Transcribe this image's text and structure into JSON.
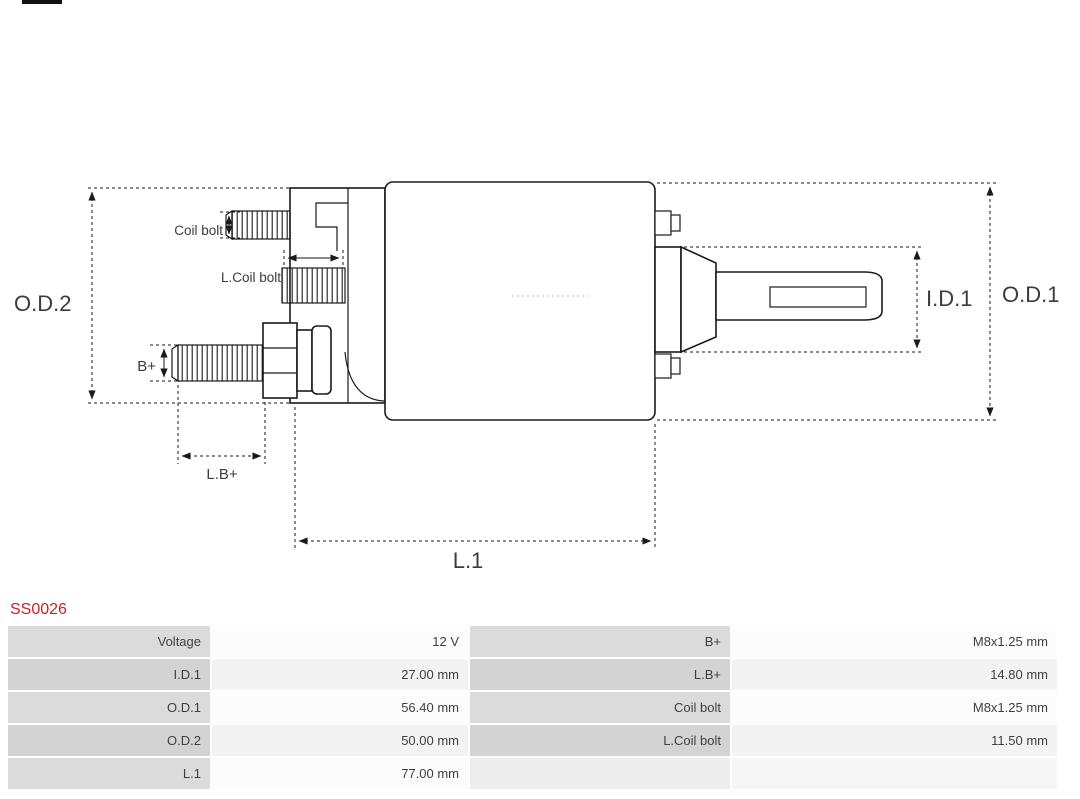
{
  "part_number": "SS0026",
  "colors": {
    "part_number_red": "#cc1f1f",
    "diagram_line": "#1a1a1a",
    "table_label_bg": "#d9d9d9"
  },
  "diagram": {
    "labels": {
      "od2": "O.D.2",
      "od1": "O.D.1",
      "id1": "I.D.1",
      "l1": "L.1",
      "lb_plus": "L.B+",
      "b_plus": "B+",
      "coil_bolt": "Coil bolt",
      "l_coil_bolt": "L.Coil bolt"
    }
  },
  "table": {
    "rows": [
      {
        "c1": "Voltage",
        "c2": "12 V",
        "c3": "B+",
        "c4": "M8x1.25 mm"
      },
      {
        "c1": "I.D.1",
        "c2": "27.00 mm",
        "c3": "L.B+",
        "c4": "14.80 mm"
      },
      {
        "c1": "O.D.1",
        "c2": "56.40 mm",
        "c3": "Coil bolt",
        "c4": "M8x1.25 mm"
      },
      {
        "c1": "O.D.2",
        "c2": "50.00 mm",
        "c3": "L.Coil bolt",
        "c4": "11.50 mm"
      },
      {
        "c1": "L.1",
        "c2": "77.00 mm",
        "c3": "",
        "c4": ""
      }
    ]
  }
}
